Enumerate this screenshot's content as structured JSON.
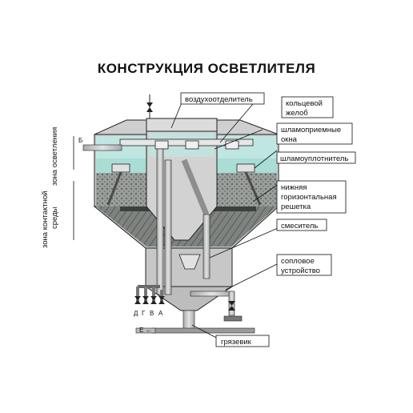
{
  "title": "КОНСТРУКЦИЯ  ОСВЕТЛИТЕЛЯ",
  "labels": {
    "air_separator": "воздухоотделитель",
    "ring_trough_1": "кольцевой",
    "ring_trough_2": "желоб",
    "sludge_windows_1": "шламоприемные",
    "sludge_windows_2": "окна",
    "sludge_thickener": "шламоуплотнитель",
    "grate_1": "нижняя",
    "grate_2": "горизонтальная",
    "grate_3": "решетка",
    "mixer": "смеситель",
    "nozzle_1": "сопловое",
    "nozzle_2": "устройство",
    "mud_trap": "грязевик"
  },
  "zones": {
    "clarification": "зона осветления",
    "contact_1": "зона контактной",
    "contact_2": "среды"
  },
  "pipes": {
    "b": "Б",
    "d": "Д",
    "g": "Г",
    "v": "В",
    "a": "А",
    "e": "Е"
  },
  "colors": {
    "vessel_gray": "#c9c9c9",
    "water_teal": "#b9e3dd",
    "contact_media": "#8a8f8b",
    "outline": "#222222"
  }
}
